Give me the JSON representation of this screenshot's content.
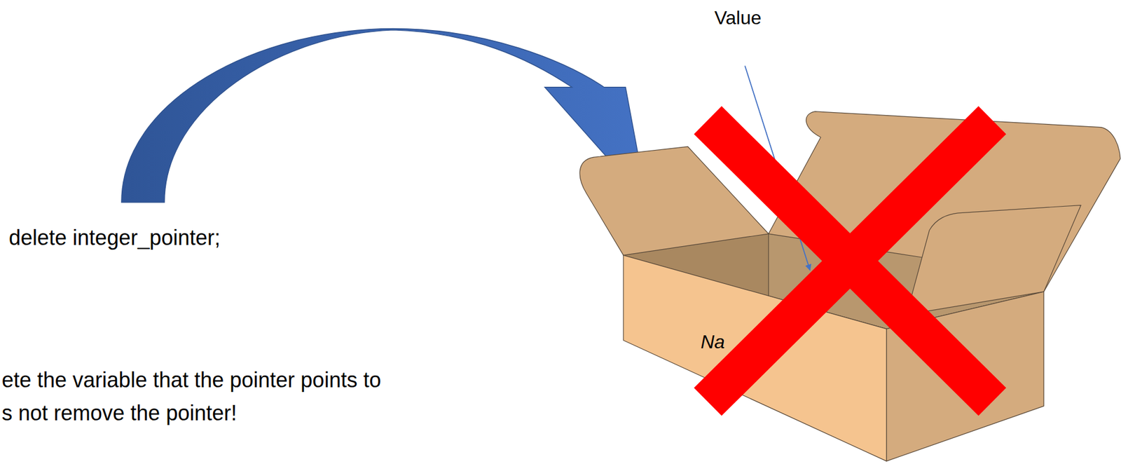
{
  "diagram": {
    "labels": [
      "Value",
      "delete integer_pointer;",
      "Na",
      "ete the variable that the pointer points to",
      "s not remove the pointer!"
    ]
  }
}
